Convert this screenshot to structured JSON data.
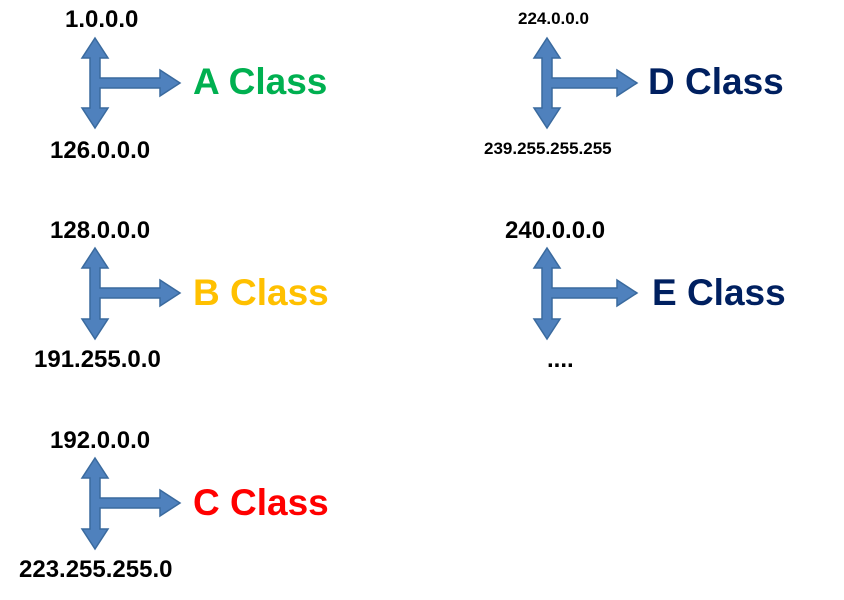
{
  "arrow_colors": {
    "fill": "#4f81bd",
    "stroke": "#3a6a9e"
  },
  "classes": [
    {
      "id": "a",
      "label": "A Class",
      "color": "#00b050",
      "start": "1.0.0.0",
      "end": "126.0.0.0"
    },
    {
      "id": "b",
      "label": "B Class",
      "color": "#ffc000",
      "start": "128.0.0.0",
      "end": "191.255.0.0"
    },
    {
      "id": "c",
      "label": "C Class",
      "color": "#ff0000",
      "start": "192.0.0.0",
      "end": "223.255.255.0"
    },
    {
      "id": "d",
      "label": "D Class",
      "color": "#002060",
      "start": "224.0.0.0",
      "end": "239.255.255.255"
    },
    {
      "id": "e",
      "label": "E Class",
      "color": "#002060",
      "start": "240.0.0.0",
      "end": "...."
    }
  ]
}
